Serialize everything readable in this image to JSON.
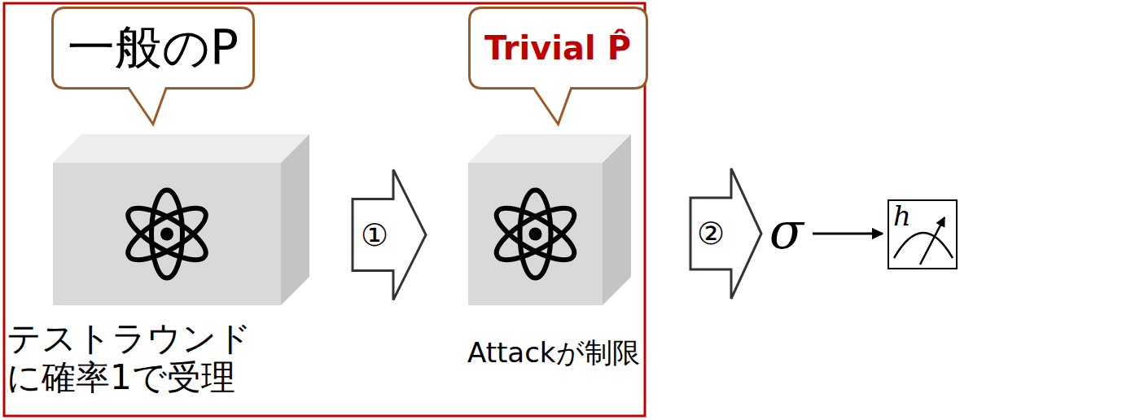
{
  "diagram": {
    "nodes": [
      {
        "text": [
          "一般のP",
          "テストラウンド に確率1で受理"
        ]
      },
      {
        "text": [
          "Trivial P̂",
          "Attackが制限"
        ]
      },
      {
        "text": [
          "h"
        ]
      }
    ],
    "edges": [
      {
        "from": 0,
        "to": 1,
        "arrow": "to",
        "label": "①"
      }
    ],
    "labels": [
      "②",
      "σ"
    ]
  }
}
